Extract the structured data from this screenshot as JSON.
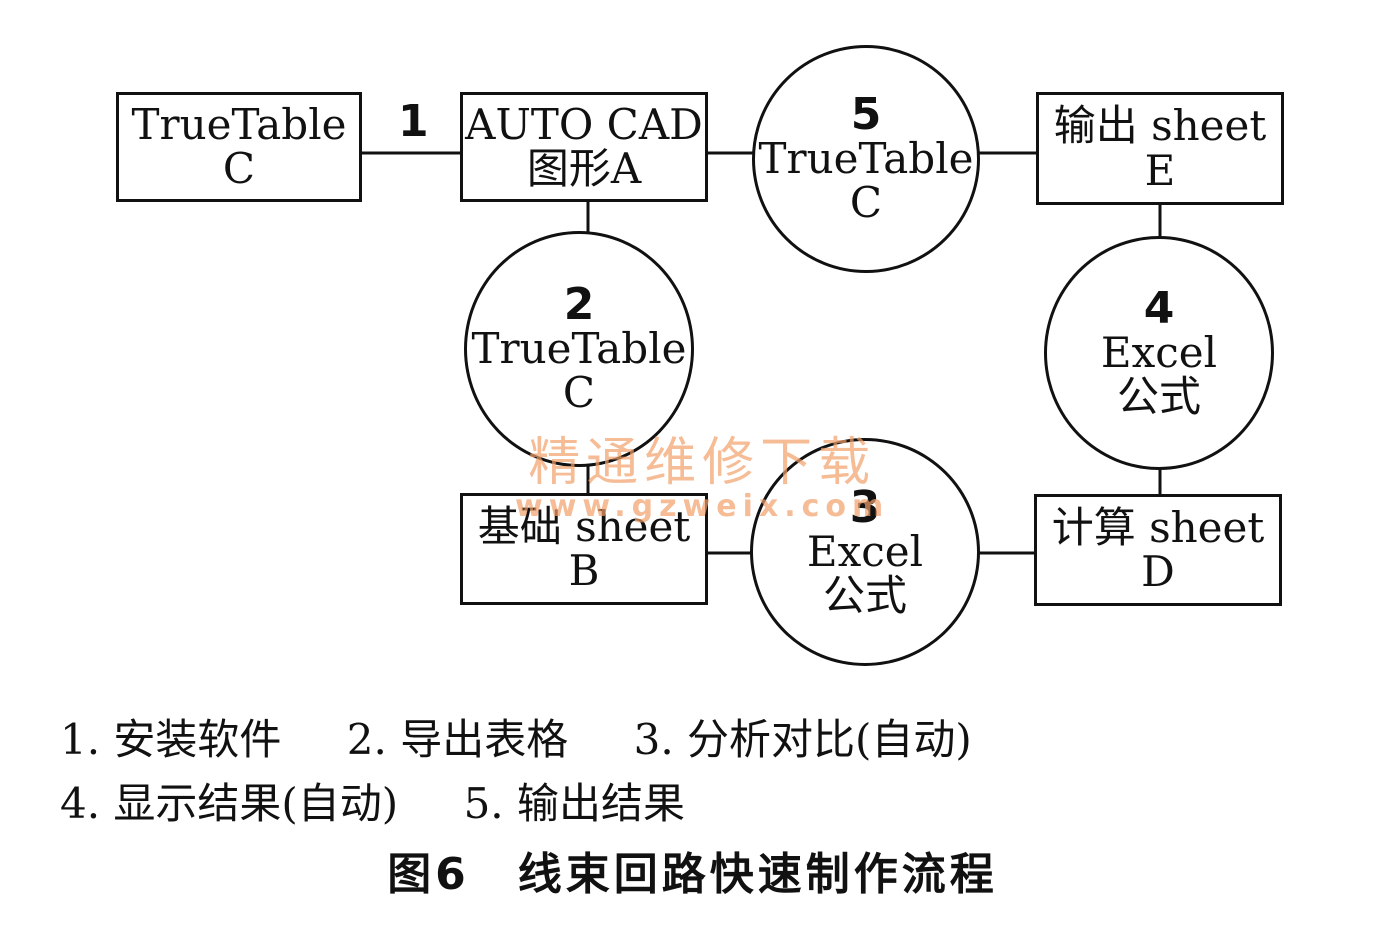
{
  "nodes": {
    "truetable_c_box": {
      "line1": "TrueTable",
      "line2": "C"
    },
    "autocad_box": {
      "line1": "AUTO CAD",
      "line2": "图形A"
    },
    "output_sheet_box": {
      "line1": "输出 sheet",
      "line2": "E"
    },
    "base_sheet_box": {
      "line1": "基础 sheet",
      "line2": "B"
    },
    "calc_sheet_box": {
      "line1": "计算 sheet",
      "line2": "D"
    },
    "step2_circle": {
      "number": "2",
      "line1": "TrueTable",
      "line2": "C"
    },
    "step3_circle": {
      "number": "3",
      "line1": "Excel",
      "line2": "公式"
    },
    "step4_circle": {
      "number": "4",
      "line1": "Excel",
      "line2": "公式"
    },
    "step5_circle": {
      "number": "5",
      "line1": "TrueTable",
      "line2": "C"
    }
  },
  "edge_labels": {
    "step1": "1"
  },
  "watermark": {
    "name": "精通维修下载",
    "url": "www.gzweix.com"
  },
  "legend": [
    "1. 安装软件",
    "2. 导出表格",
    "3. 分析对比(自动)",
    "4. 显示结果(自动)",
    "5. 输出结果"
  ],
  "caption": "图6　线束回路快速制作流程"
}
